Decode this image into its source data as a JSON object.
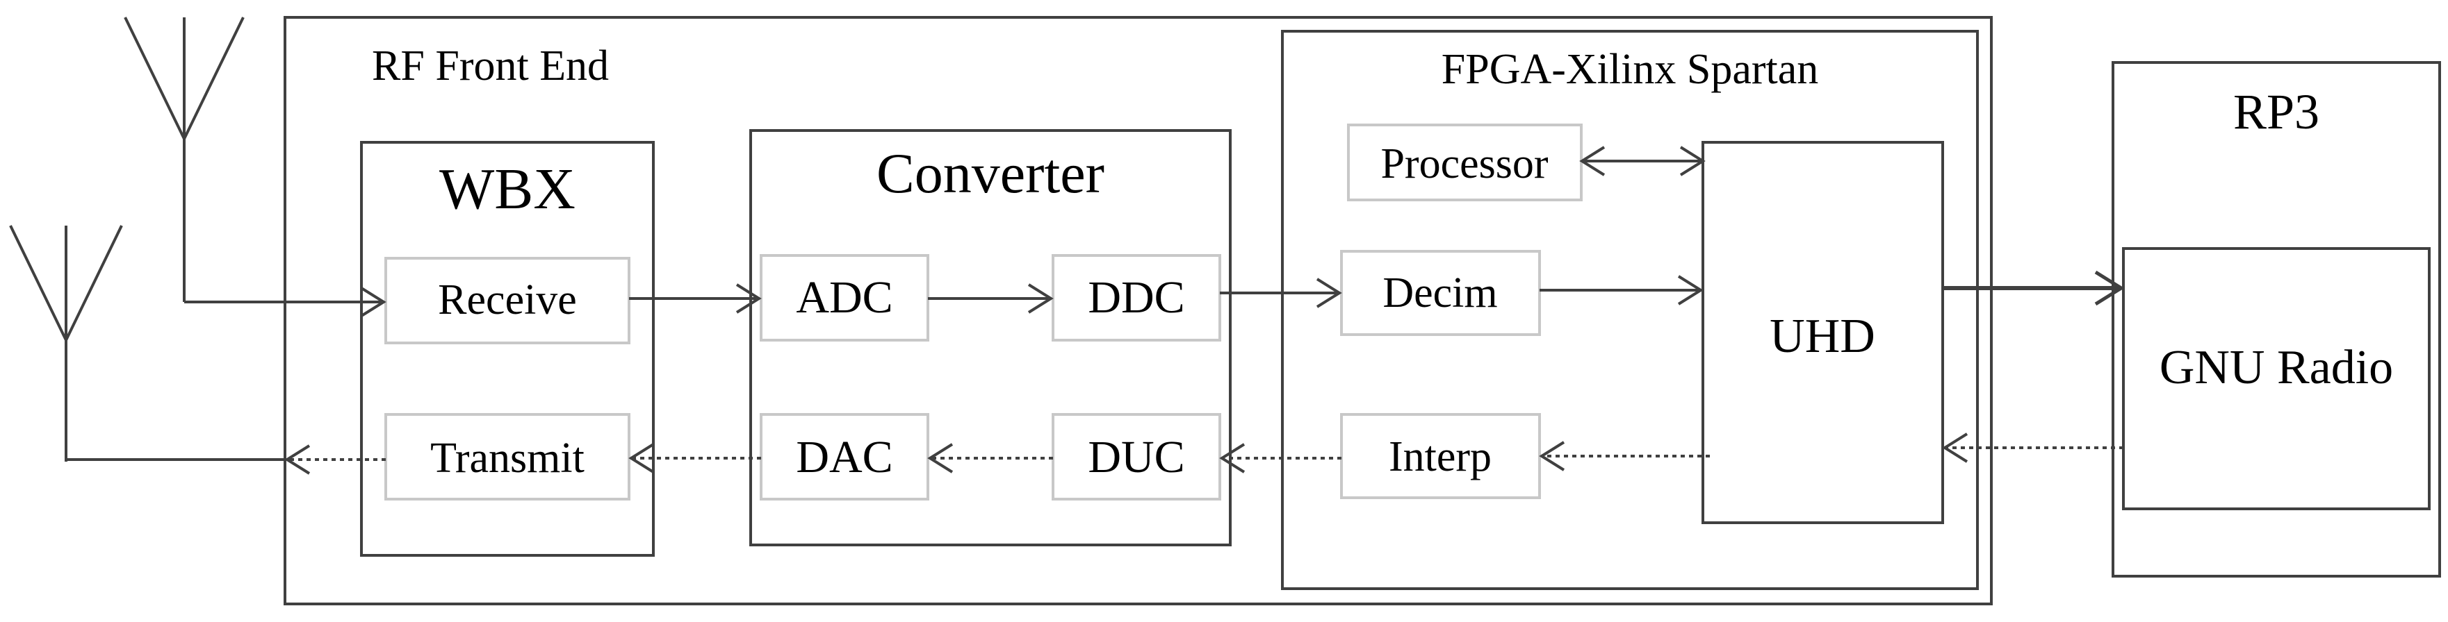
{
  "rf_front_end": {
    "title": "RF Front End",
    "wbx": {
      "title": "WBX",
      "receive": "Receive",
      "transmit": "Transmit"
    },
    "converter": {
      "title": "Converter",
      "adc": "ADC",
      "ddc": "DDC",
      "dac": "DAC",
      "duc": "DUC"
    }
  },
  "fpga": {
    "title": "FPGA-Xilinx Spartan",
    "processor": "Processor",
    "decim": "Decim",
    "interp": "Interp",
    "uhd": "UHD"
  },
  "rp3": {
    "title": "RP3",
    "gnu_radio": "GNU Radio"
  },
  "icons": [
    "antenna-icon",
    "antenna-icon"
  ],
  "colors": {
    "line": "#404040",
    "inner_border": "#c8c8c8"
  }
}
